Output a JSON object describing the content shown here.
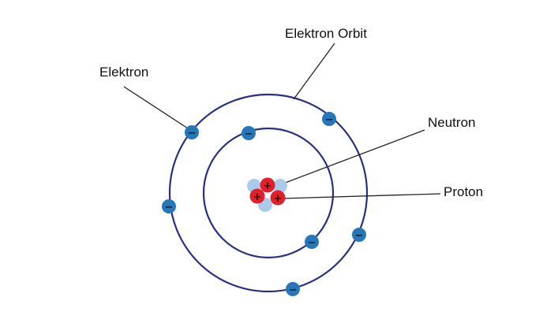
{
  "labels": {
    "electron_orbit": "Elektron Orbit",
    "electron": "Elektron",
    "neutron": "Neutron",
    "proton": "Proton"
  },
  "symbols": {
    "electron_sign": "−",
    "proton_sign": "+"
  },
  "colors": {
    "background": "#ffffff",
    "orbit": "#2a2f86",
    "electron_fill": "#2677b8",
    "electron_sign": "#0d1a33",
    "proton_fill": "#e0202b",
    "proton_sign": "#1a0808",
    "neutron_fill": "#aaccea",
    "leader_line": "#222222",
    "label_text": "#111111"
  },
  "counts": {
    "orbits": 2,
    "electrons": 7,
    "protons": 3,
    "neutrons": 3
  }
}
